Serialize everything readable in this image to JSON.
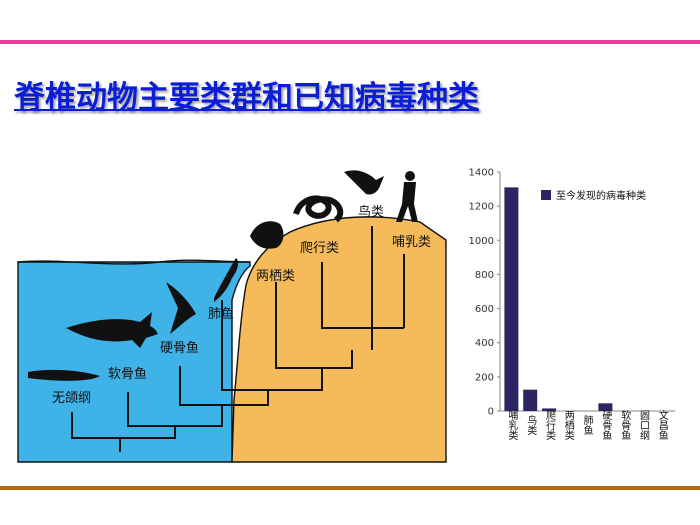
{
  "slide": {
    "title": "脊椎动物主要类群和已知病毒种类"
  },
  "tree": {
    "groups": [
      "无颌纲",
      "软骨鱼",
      "硬骨鱼",
      "肺鱼",
      "两栖类",
      "爬行类",
      "鸟类",
      "哺乳类"
    ],
    "colors": {
      "water": "#3fb2e8",
      "land": "#f5ba5a",
      "line": "#111111"
    }
  },
  "chart_data": {
    "type": "bar",
    "categories": [
      "哺乳类",
      "鸟类",
      "爬行类",
      "两栖类",
      "肺鱼",
      "硬骨鱼",
      "软骨鱼",
      "圆口纲",
      "文昌鱼"
    ],
    "series": [
      {
        "name": "至今发现的病毒种类",
        "values": [
          1310,
          125,
          15,
          0,
          0,
          45,
          0,
          0,
          0
        ],
        "color": "#2b2661"
      }
    ],
    "yticks": [
      0,
      200,
      400,
      600,
      800,
      1000,
      1200,
      1400
    ],
    "ylim": [
      0,
      1400
    ],
    "legend_position": "top-right",
    "grid": false
  }
}
